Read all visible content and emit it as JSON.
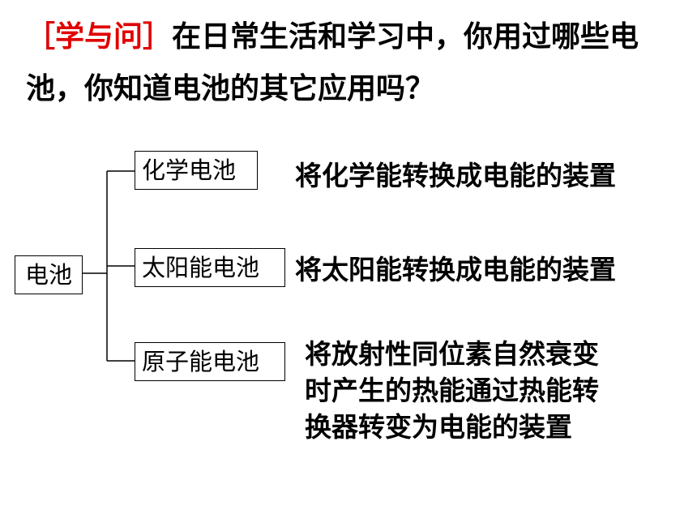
{
  "heading": {
    "tag": "［学与问］",
    "question": "在日常生活和学习中，你用过哪些电池，你知道电池的其它应用吗？"
  },
  "diagram": {
    "root": "电池",
    "branches": [
      {
        "label": "化学电池",
        "description": [
          "将化学能转换成电能的装置"
        ]
      },
      {
        "label": "太阳能电池",
        "description": [
          "将太阳能转换成电能的装置"
        ]
      },
      {
        "label": "原子能电池",
        "description": [
          "将放射性同位素自然衰变",
          "时产生的热能通过热能转",
          "换器转变为电能的装置"
        ]
      }
    ]
  }
}
